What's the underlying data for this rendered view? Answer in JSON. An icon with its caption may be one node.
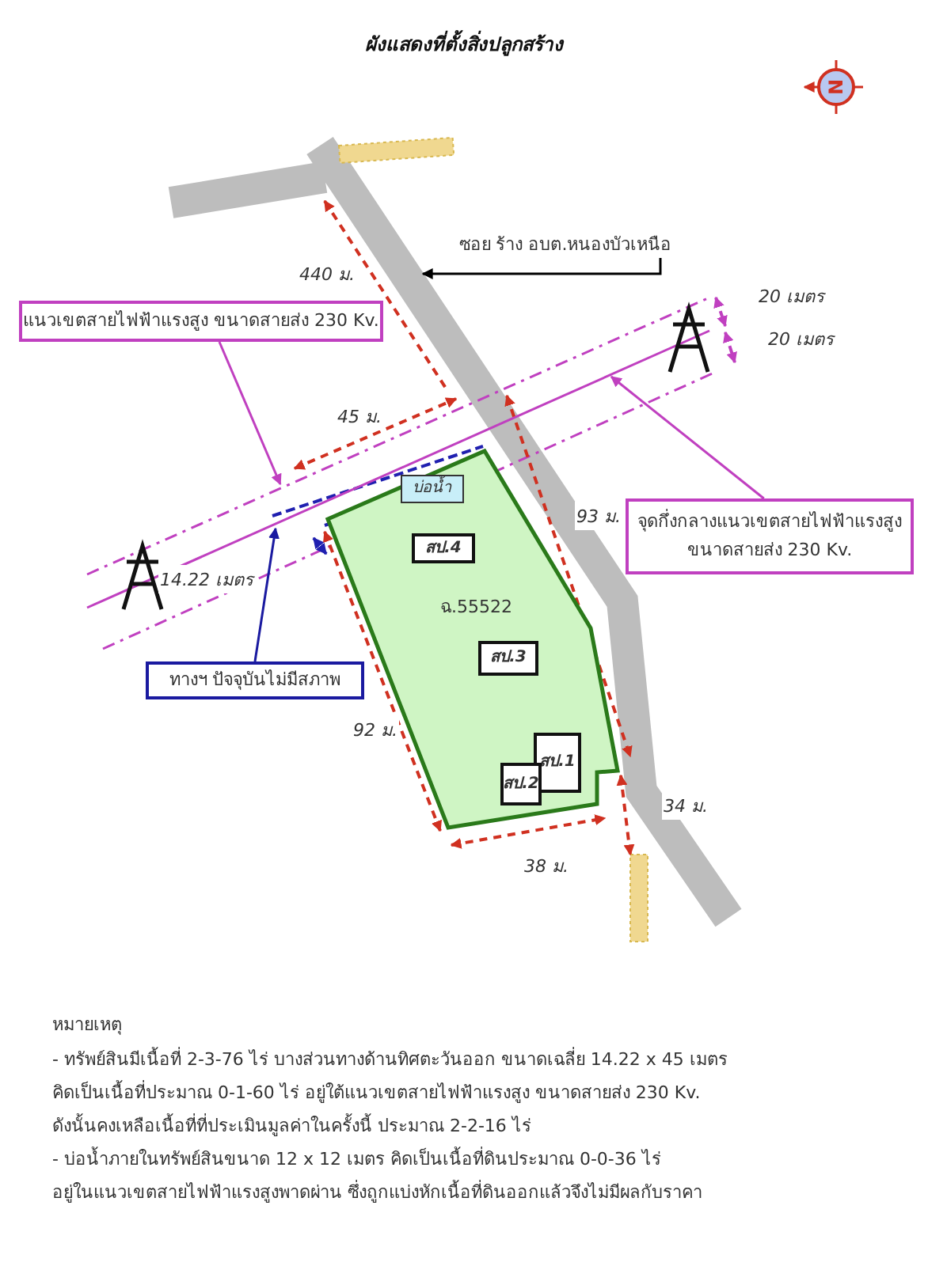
{
  "diagram": {
    "title": "ผังแสดงที่ตั้งสิ่งปลูกสร้าง",
    "nodes": [
      {
        "text": [
          "ซอย ร้าง อบต.หนองบัวเหนือ"
        ]
      },
      {
        "text": [
          "แนวเขตสายไฟฟ้าแรงสูง ขนาดสายส่ง 230 Kv."
        ]
      },
      {
        "text": [
          "จุดกึ่งกลางแนวเขตสายไฟฟ้าแรงสูง",
          "ขนาดสายส่ง 230 Kv."
        ]
      },
      {
        "text": [
          "ฉ.55522"
        ]
      },
      {
        "text": [
          "บ่อน้ำ"
        ],
        "in": 3
      },
      {
        "text": [
          "สป.4"
        ],
        "in": 3
      },
      {
        "text": [
          "สป.3"
        ],
        "in": 3
      },
      {
        "text": [
          "ทางฯ ปัจจุบันไม่มีสภาพ"
        ]
      },
      {
        "text": [
          "สป.1"
        ],
        "in": 3
      },
      {
        "text": [
          "สป.2"
        ],
        "in": 3
      }
    ],
    "edges": [
      {
        "from": 0,
        "to": null,
        "arrow": "to",
        "color": "#000000"
      },
      {
        "from": 1,
        "to": null,
        "arrow": "to",
        "color": "#c040c0"
      },
      {
        "from": 2,
        "to": null,
        "arrow": "to",
        "color": "#c040c0"
      },
      {
        "from": 7,
        "to": null,
        "arrow": "to",
        "color": "#1a1aa0"
      }
    ],
    "labels": [
      "N",
      "440 ม.",
      "20 เมตร",
      "20 เมตร",
      "45 ม.",
      "93 ม.",
      "14.22 เมตร",
      "92 ม.",
      "34 ม.",
      "38 ม.",
      "หมายเหตุ",
      "- ทรัพย์สินมีเนื้อที่ 2-3-76 ไร่ บางส่วนทางด้านทิศตะวันออก ขนาดเฉลี่ย 14.22 x 45 เมตร",
      "คิดเป็นเนื้อที่ประมาณ 0-1-60 ไร่ อยู่ใต้แนวเขตสายไฟฟ้าแรงสูง ขนาดสายส่ง 230 Kv.",
      "ดังนั้นคงเหลือเนื้อที่ที่ประเมินมูลค่าในครั้งนี้ ประมาณ 2-2-16 ไร่",
      "- บ่อน้ำภายในทรัพย์สินขนาด 12 x 12 เมตร คิดเป็นเนื้อที่ดินประมาณ 0-0-36 ไร่",
      "อยู่ในแนวเขตสายไฟฟ้าแรงสูงพาดผ่าน ซึ่งถูกแบ่งหักเนื้อที่ดินออกแล้วจึงไม่มีผลกับราคา"
    ]
  }
}
